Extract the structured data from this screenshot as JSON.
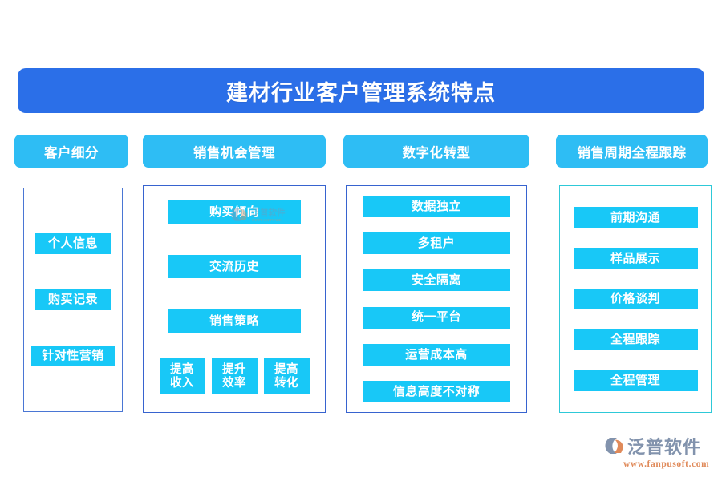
{
  "title": {
    "text": "建材行业客户管理系统特点"
  },
  "columns": [
    {
      "header": "客户细分",
      "items": [
        "个人信息",
        "购买记录",
        "针对性营销"
      ]
    },
    {
      "header": "销售机会管理",
      "items": [
        "购买倾向",
        "交流历史",
        "销售策略"
      ],
      "sub_items": [
        {
          "line1": "提高",
          "line2": "收入"
        },
        {
          "line1": "提升",
          "line2": "效率"
        },
        {
          "line1": "提高",
          "line2": "转化"
        }
      ]
    },
    {
      "header": "数字化转型",
      "items": [
        "数据独立",
        "多租户",
        "安全隔离",
        "统一平台",
        "运营成本高",
        "信息高度不对称"
      ]
    },
    {
      "header": "销售周期全程跟踪",
      "items": [
        "前期沟通",
        "样品展示",
        "价格谈判",
        "全程跟踪",
        "全程管理"
      ]
    }
  ],
  "brand": {
    "name": "泛普软件",
    "url": "www.fanpusoft.com"
  },
  "watermark": {
    "name": "泛普软件",
    "sub": "FANPU SOFTWARE"
  },
  "colors": {
    "title_bar": "#2b6fe8",
    "header_chip": "#2ebdf4",
    "item_chip": "#18c8f7",
    "border_indigo": "#4a76d4",
    "border_blue": "#3763cf",
    "border_teal": "#2ec9d8",
    "brand_text": "#8293ad",
    "brand_url": "#e08a5a",
    "background": "#ffffff"
  }
}
